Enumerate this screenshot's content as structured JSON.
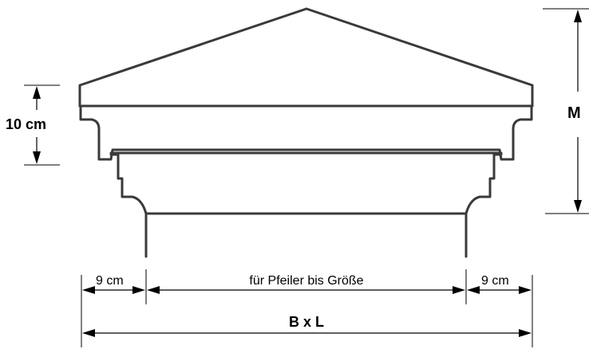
{
  "labels": {
    "height_cm": "10 cm",
    "height_m": "M",
    "left_overhang": "9 cm",
    "right_overhang": "9 cm",
    "pillar_size": "für Pfeiler bis Größe",
    "total": "B x L"
  }
}
